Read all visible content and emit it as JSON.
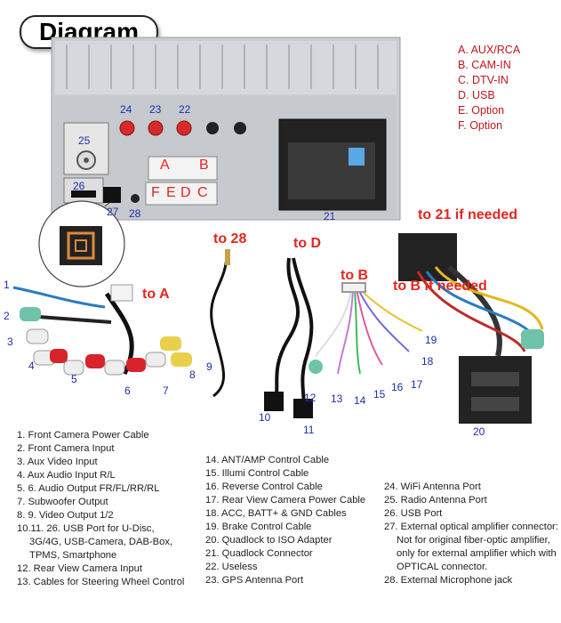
{
  "title": "Diagram",
  "legend": [
    "A. AUX/RCA",
    "B. CAM-IN",
    "C. DTV-IN",
    "D. USB",
    "E. Option",
    "F. Option"
  ],
  "ports": {
    "p21": "21",
    "p22": "22",
    "p23": "23",
    "p24": "24",
    "p25": "25",
    "p26": "26",
    "p27": "27",
    "p28": "28"
  },
  "block_letters": {
    "A": "A",
    "B": "B",
    "F": "F",
    "E": "E",
    "D": "D",
    "C": "C"
  },
  "callouts": {
    "to_a": "to A",
    "to_28": "to 28",
    "to_d": "to D",
    "to_b": "to B",
    "to_21": "to 21 if needed",
    "to_b_needed": "to B if needed"
  },
  "cable_numbers": [
    "1",
    "2",
    "3",
    "4",
    "5",
    "6",
    "7",
    "8",
    "9",
    "10",
    "11",
    "12",
    "13",
    "14",
    "15",
    "16",
    "17",
    "18",
    "19",
    "20"
  ],
  "notes_col1": [
    "1. Front Camera Power Cable",
    "2. Front Camera Input",
    "3. Aux Video Input",
    "4. Aux Audio Input R/L",
    "5. 6. Audio Output FR/FL/RR/RL",
    "7. Subwoofer Output",
    "8. 9. Video Output 1/2",
    "10.11. 26. USB Port for U-Disc,",
    "3G/4G, USB-Camera, DAB-Box,",
    "TPMS, Smartphone",
    "12. Rear View Camera Input",
    "13. Cables for Steering Wheel Control"
  ],
  "notes_col2": [
    "14. ANT/AMP Control Cable",
    "15. Illumi Control Cable",
    "16. Reverse Control Cable",
    "17. Rear View Camera Power Cable",
    "18. ACC, BATT+ & GND Cables",
    "19. Brake Control Cable",
    "20. Quadlock to ISO Adapter",
    "21. Quadlock Connector",
    "22. Useless",
    "23. GPS Antenna Port"
  ],
  "notes_col3": [
    "24. WiFi Antenna Port",
    "25. Radio Antenna Port",
    "26. USB Port",
    "27. External optical amplifier connector:",
    "Not for original fiber-optic amplifier,",
    "only for external amplifier which with",
    "OPTICAL connector.",
    "28. External Microphone jack"
  ]
}
